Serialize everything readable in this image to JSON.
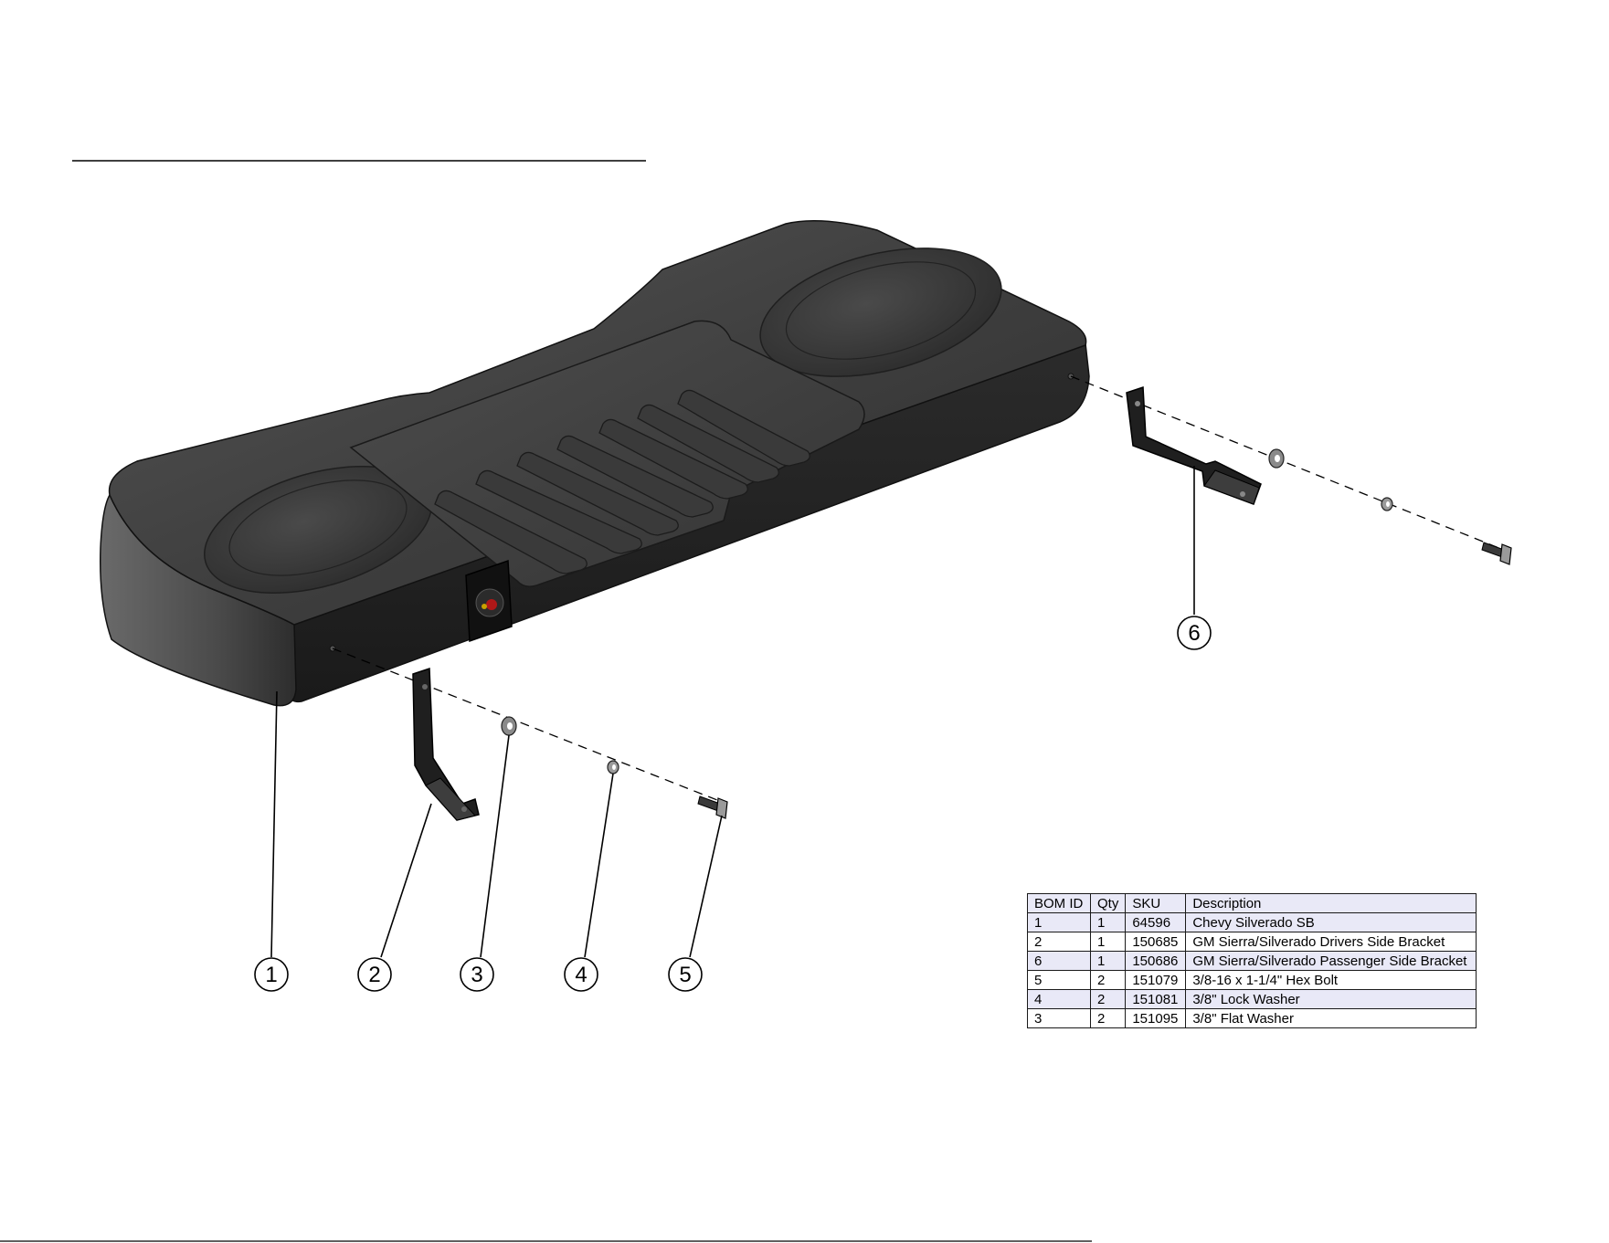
{
  "bom_table": {
    "headers": [
      "BOM ID",
      "Qty",
      "SKU",
      "Description"
    ],
    "rows": [
      [
        "1",
        "1",
        "64596",
        "Chevy Silverado SB"
      ],
      [
        "2",
        "1",
        "150685",
        "GM Sierra/Silverado Drivers Side Bracket"
      ],
      [
        "6",
        "1",
        "150686",
        "GM Sierra/Silverado Passenger Side Bracket"
      ],
      [
        "5",
        "2",
        "151079",
        "3/8-16 x 1-1/4\" Hex Bolt"
      ],
      [
        "4",
        "2",
        "151081",
        "3/8\"  Lock Washer"
      ],
      [
        "3",
        "2",
        "151095",
        "3/8\"  Flat Washer"
      ]
    ]
  },
  "callouts": {
    "c1": "1",
    "c2": "2",
    "c3": "3",
    "c4": "4",
    "c5": "5",
    "c6": "6"
  },
  "colors": {
    "enclosure": "#3b3b3b",
    "enclosure_edge": "#1c1c1c",
    "table_header_bg": "#e9e9f7",
    "line": "#000000"
  },
  "icons": {
    "enclosure": "subwoofer-enclosure",
    "terminal": "speaker-terminal-cup",
    "bracket": "mounting-bracket",
    "washer": "washer",
    "bolt": "hex-bolt"
  }
}
